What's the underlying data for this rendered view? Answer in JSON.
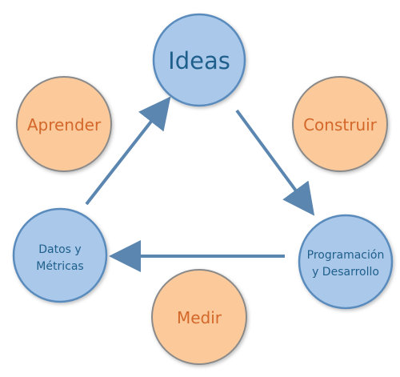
{
  "colors": {
    "stage_fill": "#a9c8ea",
    "stage_stroke": "#5a8bbd",
    "stage_text": "#1f5f8b",
    "phase_fill": "#fbc99a",
    "phase_stroke": "#8a8a8a",
    "phase_text": "#d4672a",
    "arrow": "#5b86b0"
  },
  "stages": {
    "ideas": "Ideas",
    "programming_line1": "Programación",
    "programming_line2": "y Desarrollo",
    "data_line1": "Datos y",
    "data_line2": "Métricas"
  },
  "phases": {
    "learn": "Aprender",
    "build": "Construir",
    "measure": "Medir"
  }
}
